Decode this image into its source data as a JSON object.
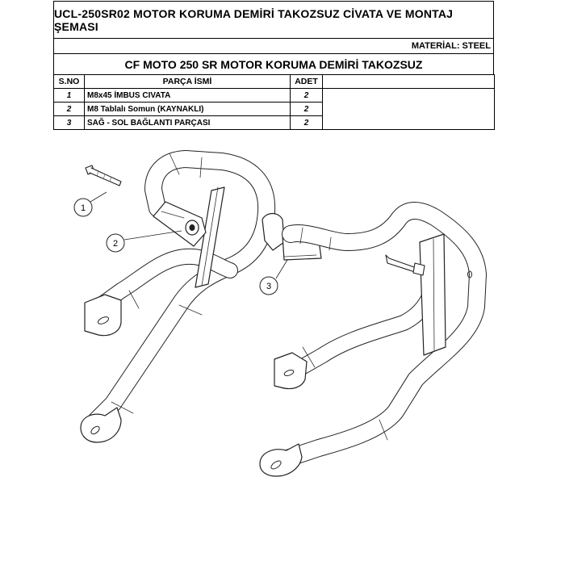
{
  "header": {
    "title": "UCL-250SR02 MOTOR KORUMA DEMİRİ TAKOZSUZ CİVATA VE MONTAJ ŞEMASI",
    "material": "MATERİAL: STEEL",
    "subtitle": "CF MOTO 250 SR MOTOR KORUMA DEMİRİ TAKOZSUZ"
  },
  "table": {
    "columns": [
      "S.NO",
      "PARÇA İSMİ",
      "ADET"
    ],
    "rows": [
      {
        "no": "1",
        "name": "M8x45 İMBUS CIVATA",
        "qty": "2"
      },
      {
        "no": "2",
        "name": "M8 Tablalı Somun (KAYNAKLI)",
        "qty": "2"
      },
      {
        "no": "3",
        "name": "SAĞ - SOL BAĞLANTI PARÇASI",
        "qty": "2"
      }
    ]
  },
  "callouts": [
    "1",
    "2",
    "3"
  ]
}
